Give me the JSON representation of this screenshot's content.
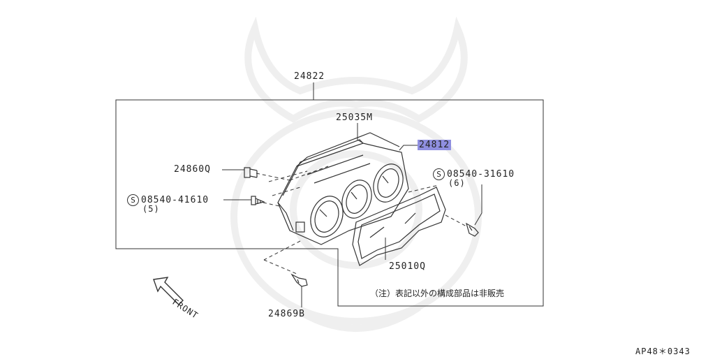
{
  "labels": {
    "assembly": "24822",
    "housing": "25035M",
    "meter": "24812",
    "bulb": "24860Q",
    "screw_left_code": "08540-41610",
    "screw_left_qty": "(5)",
    "screw_right_code": "08540-31610",
    "screw_right_qty": "(6)",
    "lens": "25010Q",
    "bolt": "24869B",
    "front": "FRONT",
    "note": "（注）表記以外の構成部品は非販売",
    "s_symbol": "S",
    "diagram_code": "AP48＊0343"
  },
  "colors": {
    "line": "#333333",
    "highlight": "#8f8fe0",
    "watermark": "#f0f0f0"
  }
}
